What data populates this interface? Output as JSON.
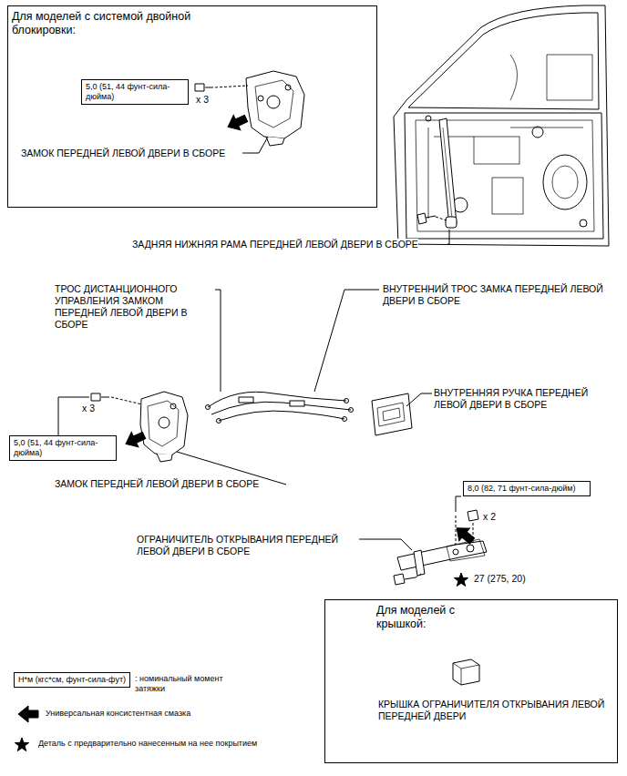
{
  "diagram": {
    "nodes": [
      {
        "text": [
          "Для моделей с системой двойной блокировки:",
          "x 3",
          "ЗАМОК ПЕРЕДНЕЙ ЛЕВОЙ ДВЕРИ В СБОРЕ"
        ]
      },
      {
        "text": [
          "5,0 (51, 44 фунт-сила-дюйма)"
        ],
        "in": 0
      },
      {
        "text": [
          "5,0 (51, 44 фунт-сила-дюйма)"
        ]
      },
      {
        "text": [
          "8,0 (82, 71 фунт-сила-дюйм)"
        ]
      },
      {
        "text": [
          "Для моделей с крышкой:",
          "КРЫШКА ОГРАНИЧИТЕЛЯ ОТКРЫВАНИЯ ЛЕВОЙ ПЕРЕДНЕЙ ДВЕРИ"
        ]
      },
      {
        "text": [
          "Н*м (кгс*см, фунт-сила-фут)"
        ]
      }
    ],
    "labels": [
      "ЗАДНЯЯ НИЖНЯЯ РАМА ПЕРЕДНЕЙ ЛЕВОЙ ДВЕРИ В СБОРЕ",
      "ТРОС ДИСТАНЦИОННОГО УПРАВЛЕНИЯ ЗАМКОМ ПЕРЕДНЕЙ ЛЕВОЙ ДВЕРИ В СБОРЕ",
      "ВНУТРЕННИЙ ТРОС ЗАМКА ПЕРЕДНЕЙ ЛЕВОЙ ДВЕРИ В СБОРЕ",
      "ВНУТРЕННЯЯ РУЧКА ПЕРЕДНЕЙ ЛЕВОЙ ДВЕРИ В СБОРЕ",
      "x 3",
      "ЗАМОК ПЕРЕДНЕЙ ЛЕВОЙ ДВЕРИ В СБОРЕ",
      "x 2",
      "ОГРАНИЧИТЕЛЬ ОТКРЫВАНИЯ ПЕРЕДНЕЙ ЛЕВОЙ ДВЕРИ В СБОРЕ",
      "27 (275, 20)"
    ],
    "legend": [
      {
        "text": ": номинальный момент затяжки"
      },
      {
        "text": "Универсальная консистентная смазка"
      },
      {
        "text": "Деталь с предварительно нанесенным на нее покрытием"
      }
    ]
  }
}
